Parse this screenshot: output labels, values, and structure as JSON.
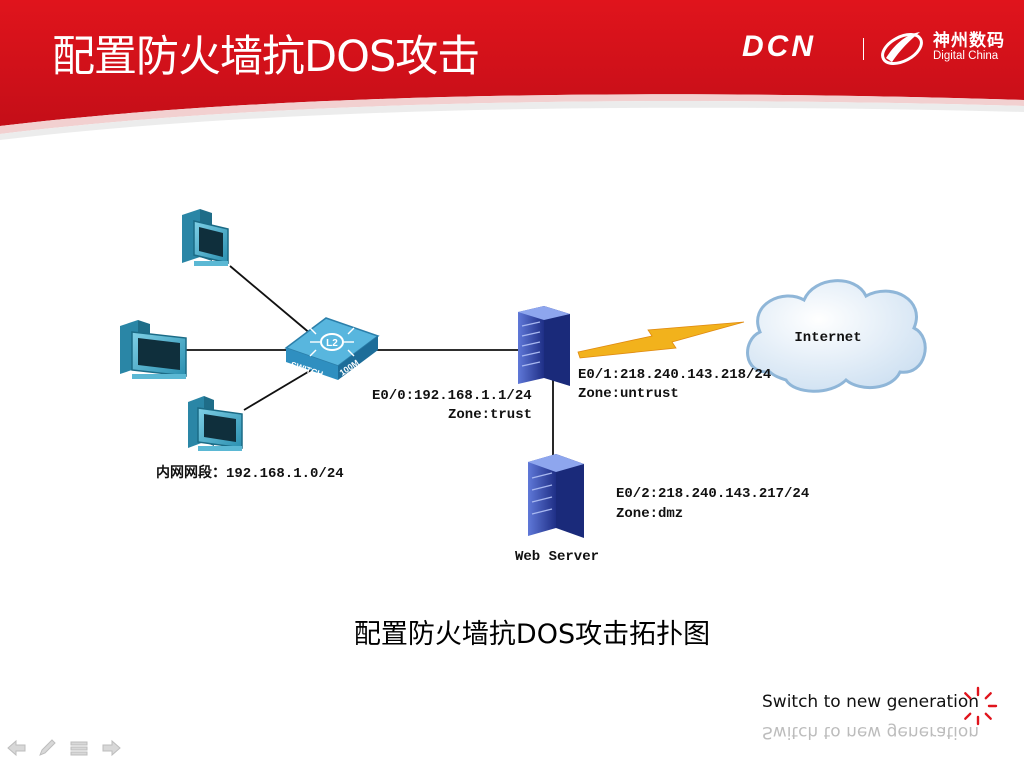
{
  "slide": {
    "title": "配置防火墙抗DOS攻击",
    "caption": "配置防火墙抗DOS攻击拓扑图",
    "slogan": "Switch to new generation"
  },
  "logo": {
    "dcn": "DCN",
    "brand_cn": "神州数码",
    "brand_en": "Digital China"
  },
  "diagram": {
    "switch": {
      "badge": "L2",
      "label_left": "SWITCH",
      "label_right": "100M"
    },
    "cloud_label": "Internet",
    "lan_label": "内网网段：192.168.1.0/24",
    "e0_ip": "E0/0:192.168.1.1/24",
    "e0_zone": "Zone:trust",
    "e1_ip": "E0/1:218.240.143.218/24",
    "e1_zone": "Zone:untrust",
    "e2_ip": "E0/2:218.240.143.217/24",
    "e2_zone": "Zone:dmz",
    "server_label": "Web Server"
  },
  "nav": {
    "prev": "prev-arrow-icon",
    "pen": "pen-icon",
    "menu": "menu-icon",
    "next": "next-arrow-icon"
  },
  "colors": {
    "header_red": "#d0141e",
    "device_teal": "#3aa8c6",
    "switch_blue": "#2f8fc0",
    "server_blue": "#2b3f9c",
    "lightning": "#f2b21c"
  }
}
